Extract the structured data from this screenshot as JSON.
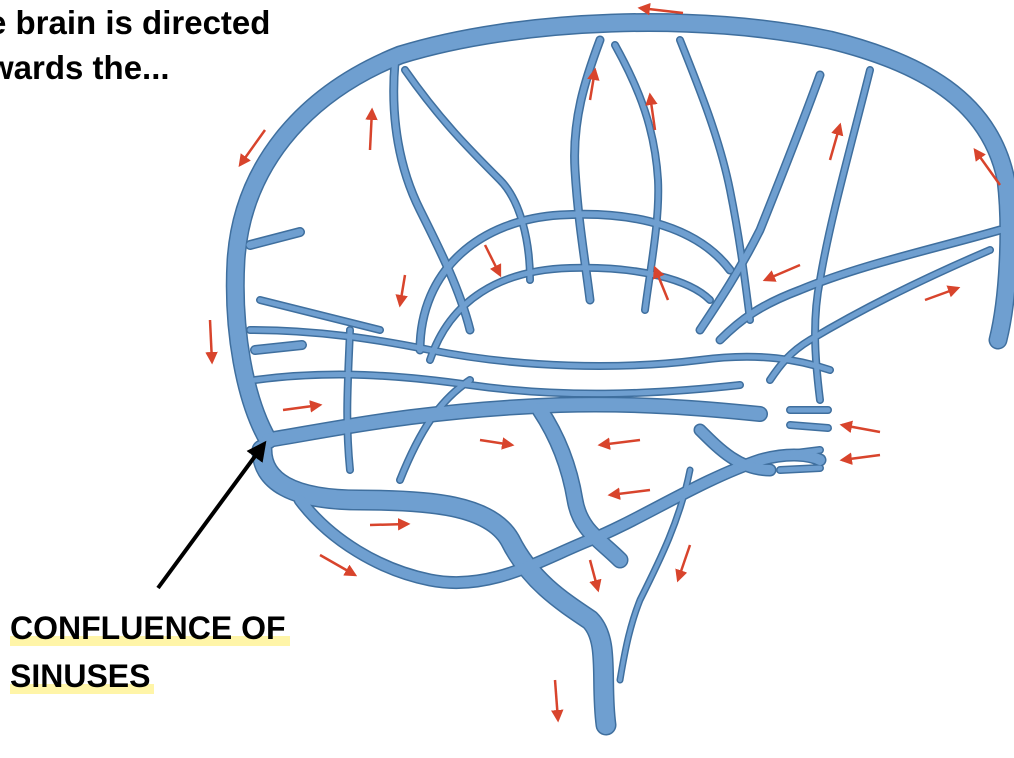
{
  "caption": {
    "line1": "e brain is directed",
    "line2": "wards the..."
  },
  "label": {
    "line1": "CONFLUENCE OF",
    "line2": "SINUSES"
  },
  "colors": {
    "vein_fill": "#6f9fd0",
    "vein_outline": "#3f6f9e",
    "arrow": "#d8442c",
    "highlight": "#fff5a8",
    "pointer": "#000000"
  }
}
